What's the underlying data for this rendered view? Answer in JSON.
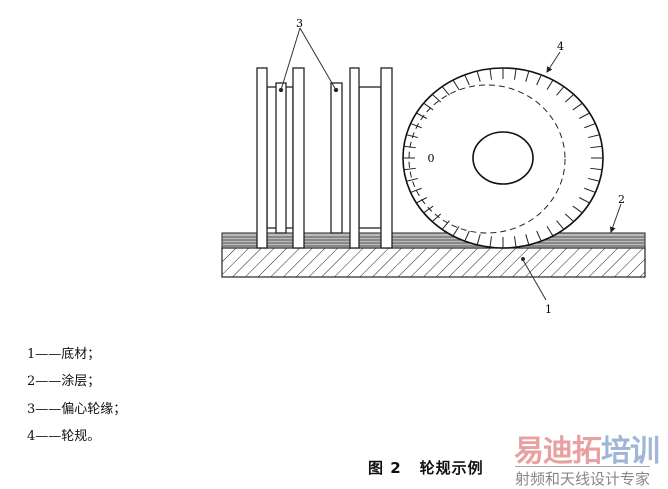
{
  "figure": {
    "callouts": [
      "1",
      "2",
      "3",
      "4"
    ],
    "zero_mark": "0",
    "caption_number": "图 2",
    "caption_title": "轮规示例"
  },
  "legend": [
    {
      "num": "1",
      "text": "——底材；"
    },
    {
      "num": "2",
      "text": "——涂层；"
    },
    {
      "num": "3",
      "text": "——偏心轮缘；"
    },
    {
      "num": "4",
      "text": "——轮规。"
    }
  ],
  "watermark": {
    "brand_a": "易迪拓",
    "brand_b": "培训",
    "tagline": "射频和天线设计专家",
    "colors": {
      "a": "#e8a0a0",
      "b": "#9fb6d6"
    }
  }
}
